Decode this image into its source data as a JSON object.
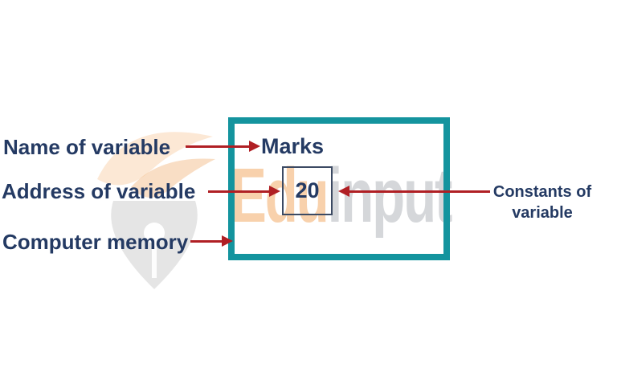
{
  "diagram": {
    "labels": {
      "name_of_variable": "Name of variable",
      "address_of_variable": "Address of variable",
      "computer_memory": "Computer memory",
      "constants_line1": "Constants of",
      "constants_line2": "variable"
    },
    "memory_box": {
      "variable_name": "Marks",
      "value": "20"
    },
    "watermark": {
      "brand_left": "Edu",
      "brand_right": "input"
    },
    "colors": {
      "memory_box_border": "#14949e",
      "label_text": "#243a63",
      "arrow": "#b01f24",
      "value_box_border": "#3c4a63",
      "watermark_orange": "#ee923a",
      "watermark_gray": "#969ca2"
    }
  }
}
